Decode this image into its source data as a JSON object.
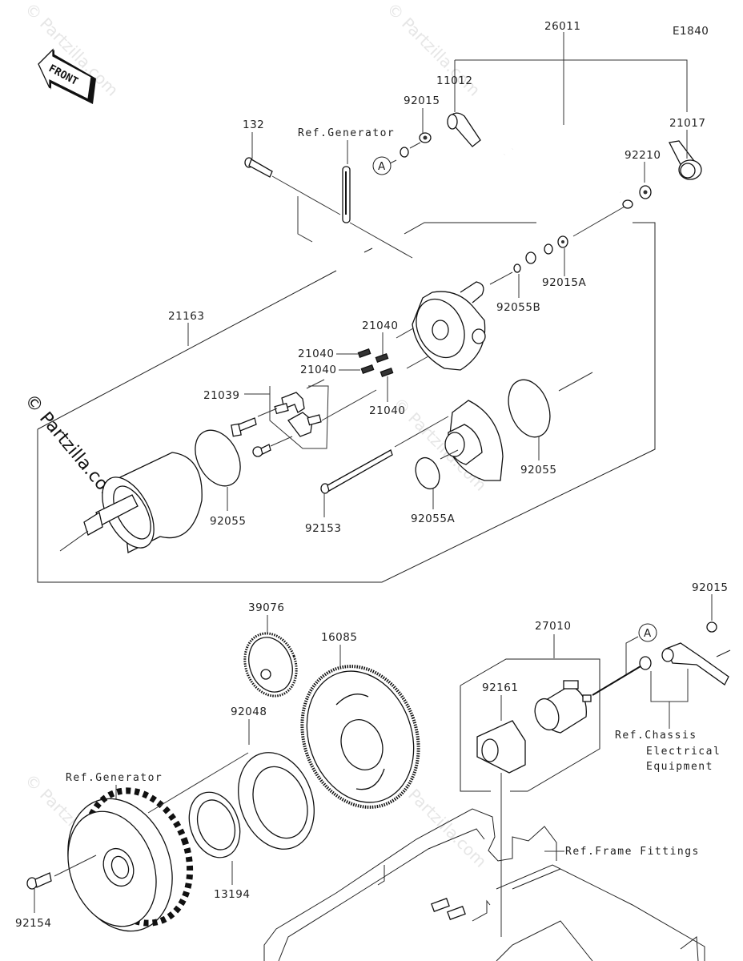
{
  "diagram": {
    "code": "E1840",
    "front_label": "FRONT",
    "watermark": "© Partzilla.com",
    "callout_letter": "A"
  },
  "parts": {
    "p26011": "26011",
    "p11012": "11012",
    "p92015_top": "92015",
    "p21017": "21017",
    "p92210": "92210",
    "p132": "132",
    "ref_generator_top": "Ref.Generator",
    "p92015A": "92015A",
    "p92055B": "92055B",
    "p21163": "21163",
    "p21040_a": "21040",
    "p21040_b": "21040",
    "p21040_c": "21040",
    "p21040_d": "21040",
    "p21039": "21039",
    "p92055_left": "92055",
    "p92153": "92153",
    "p92055A": "92055A",
    "p92055_right": "92055",
    "p39076": "39076",
    "p16085": "16085",
    "p92048": "92048",
    "ref_generator_bottom": "Ref.Generator",
    "p13194": "13194",
    "p92154": "92154",
    "p27010": "27010",
    "p92161": "92161",
    "p92015_bottom": "92015",
    "ref_chassis_1": "Ref.Chassis",
    "ref_chassis_2": "Electrical",
    "ref_chassis_3": "Equipment",
    "ref_frame": "Ref.Frame Fittings"
  }
}
